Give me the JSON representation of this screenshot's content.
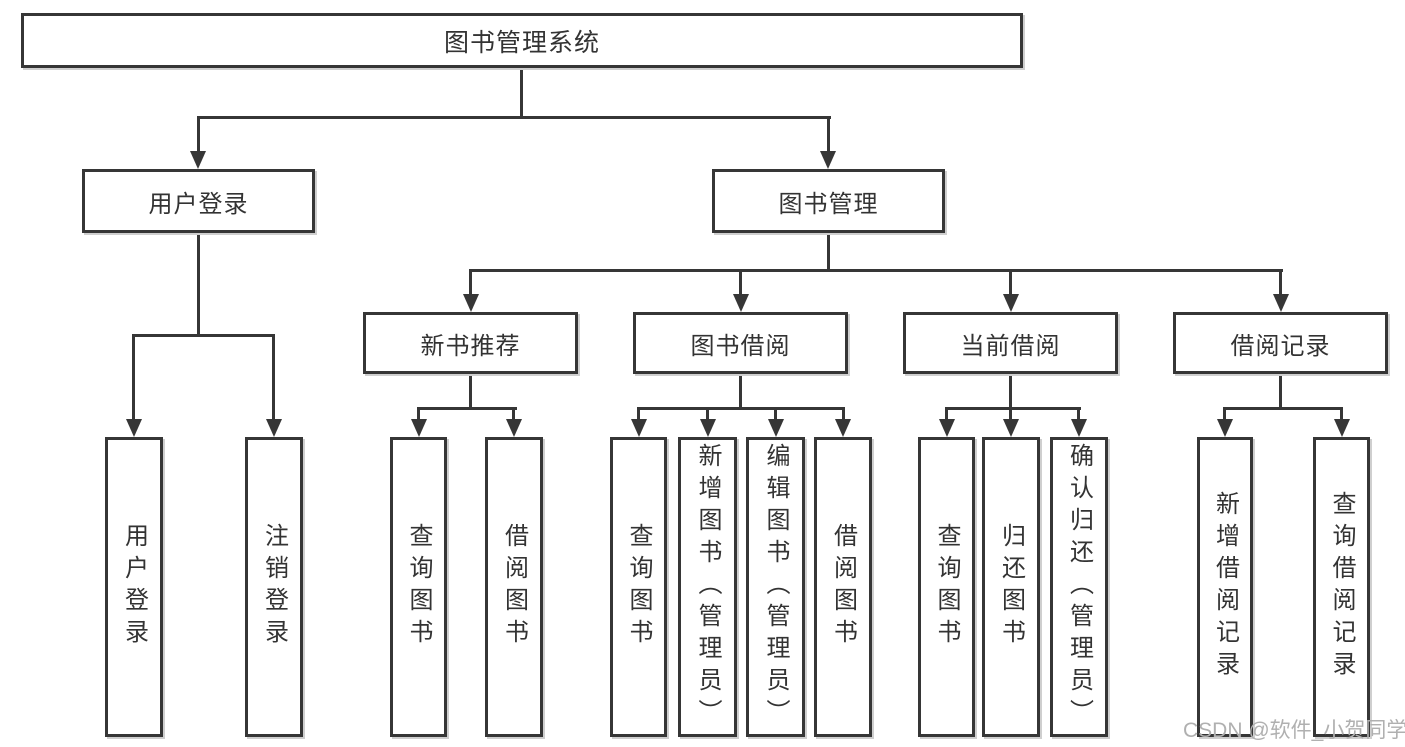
{
  "diagram_title": "图书管理系统",
  "colors": {
    "line": "#363636",
    "text": "#333333",
    "box_shadow": "#cfcfcf",
    "watermark": "#b0b0b0",
    "background": "#ffffff"
  },
  "watermark": {
    "text": "CSDN @软件_小贺同学"
  },
  "tree": {
    "label": "图书管理系统",
    "children": [
      {
        "label": "用户登录",
        "children": [
          {
            "label": "用户登录"
          },
          {
            "label": "注销登录"
          }
        ]
      },
      {
        "label": "图书管理",
        "children": [
          {
            "label": "新书推荐",
            "children": [
              {
                "label": "查询图书"
              },
              {
                "label": "借阅图书"
              }
            ]
          },
          {
            "label": "图书借阅",
            "children": [
              {
                "label": "查询图书"
              },
              {
                "label": "新增图书（管理员）"
              },
              {
                "label": "编辑图书（管理员）"
              },
              {
                "label": "借阅图书"
              }
            ]
          },
          {
            "label": "当前借阅",
            "children": [
              {
                "label": "查询图书"
              },
              {
                "label": "归还图书"
              },
              {
                "label": "确认归还（管理员）"
              }
            ]
          },
          {
            "label": "借阅记录",
            "children": [
              {
                "label": "新增借阅记录"
              },
              {
                "label": "查询借阅记录"
              }
            ]
          }
        ]
      }
    ]
  }
}
